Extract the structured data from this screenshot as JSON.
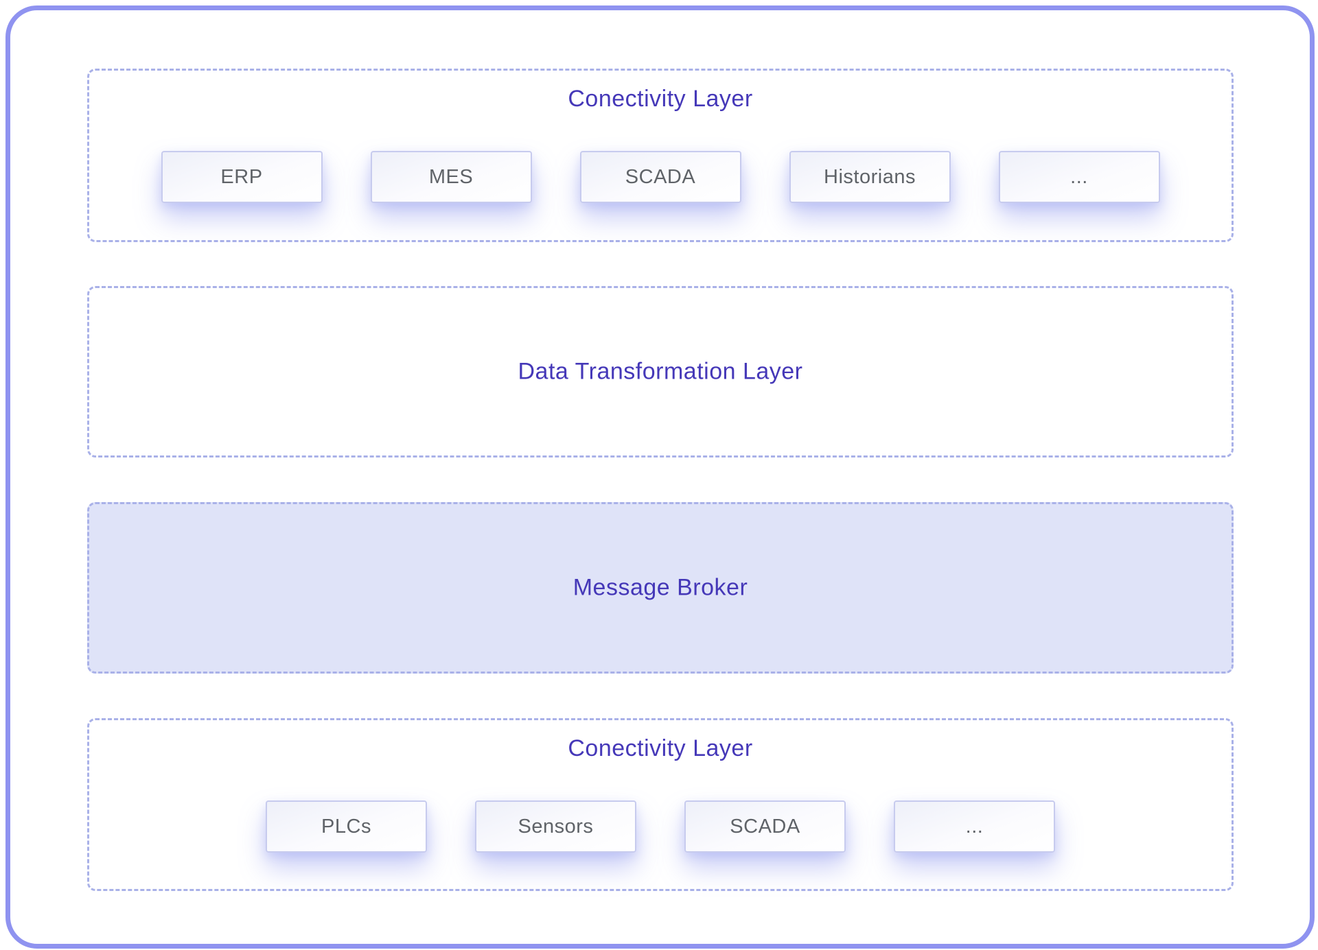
{
  "diagram": {
    "sections": [
      {
        "id": "connectivity-top",
        "title": "Conectivity Layer",
        "items": [
          "ERP",
          "MES",
          "SCADA",
          "Historians",
          "..."
        ]
      },
      {
        "id": "data-transformation",
        "title": "Data Transformation Layer",
        "items": []
      },
      {
        "id": "message-broker",
        "title": "Message Broker",
        "items": []
      },
      {
        "id": "connectivity-bottom",
        "title": "Conectivity Layer",
        "items": [
          "PLCs",
          "Sensors",
          "SCADA",
          "..."
        ]
      }
    ],
    "colors": {
      "title_text": "#4538b8",
      "dashed_border": "#a9b1e8",
      "outer_border": "#8f93f0",
      "broker_fill": "#dfe3f8",
      "node_text": "#5f6368",
      "node_border": "#c7cbee"
    }
  }
}
